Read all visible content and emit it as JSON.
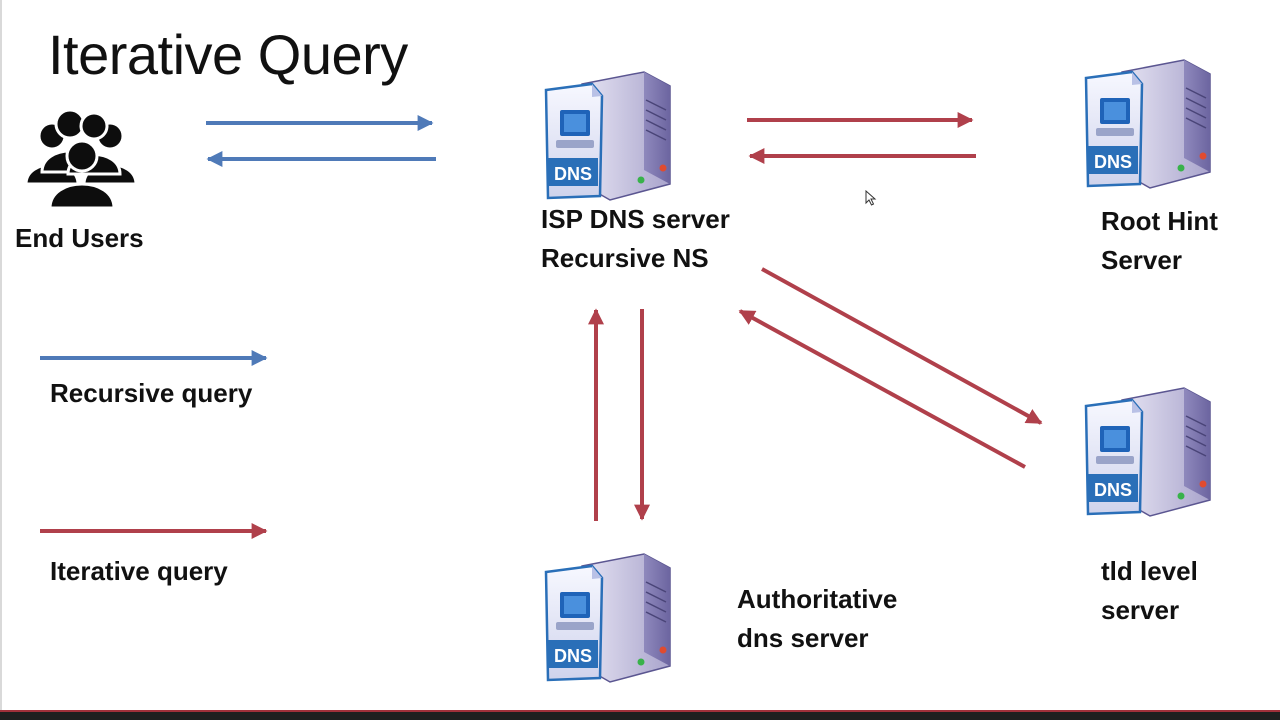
{
  "title": "Iterative Query",
  "nodes": {
    "end_users": "End Users",
    "isp_dns": {
      "line1": "ISP DNS server",
      "line2": "Recursive NS"
    },
    "root_hint": {
      "line1": "Root Hint",
      "line2": "Server"
    },
    "tld": {
      "line1": "tld level",
      "line2": "server"
    },
    "authoritative": {
      "line1": "Authoritative",
      "line2": "dns server"
    }
  },
  "server_badge": "DNS",
  "legend": {
    "recursive": "Recursive query",
    "iterative": "Iterative query"
  },
  "colors": {
    "recursive_arrow": "#4f7ab8",
    "iterative_arrow": "#b0404b"
  }
}
